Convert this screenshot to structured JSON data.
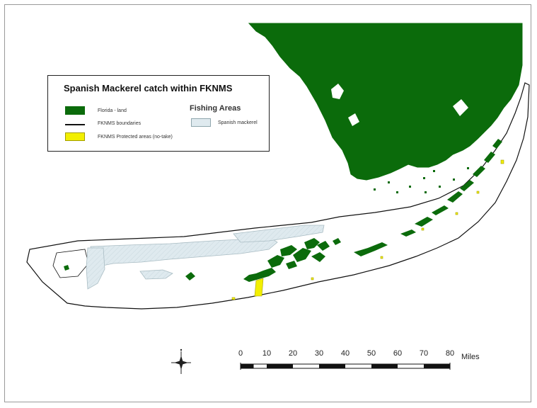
{
  "legend": {
    "title": "Spanish Mackerel catch within FKNMS",
    "fishing_heading": "Fishing Areas",
    "items": [
      {
        "label": "Florida - land",
        "color": "#0b6b0b"
      },
      {
        "label": "FKNMS boundaries",
        "color": "#111111"
      },
      {
        "label": "FKNMS Protected areas (no-take)",
        "color": "#f2ef00"
      },
      {
        "label": "Spanish mackerel",
        "color": "#dfeaef"
      }
    ]
  },
  "scale_bar": {
    "ticks": [
      "0",
      "10",
      "20",
      "30",
      "40",
      "50",
      "60",
      "70",
      "80"
    ],
    "unit": "Miles"
  }
}
